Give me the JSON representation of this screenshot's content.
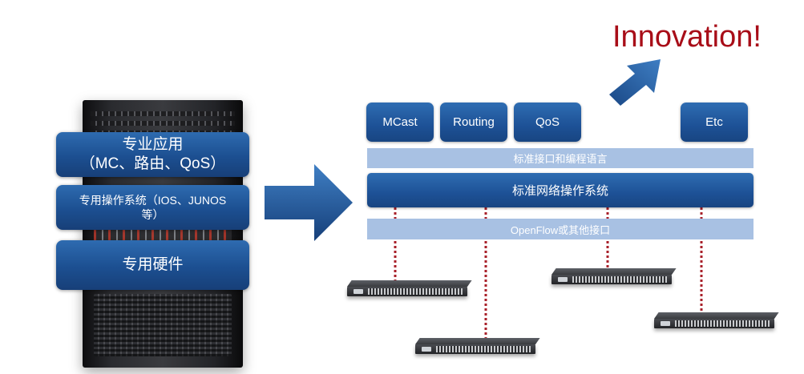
{
  "legacy": {
    "box_top_line1": "专业应用",
    "box_top_line2": "（MC、路由、QoS）",
    "box_mid_line1": "专用操作系统（IOS、JUNOS",
    "box_mid_line2": "等）",
    "box_bottom": "专用硬件"
  },
  "sdn": {
    "apps": [
      "MCast",
      "Routing",
      "QoS",
      "Etc"
    ],
    "northbound_bar": "标准接口和编程语言",
    "nos_bar": "标准网络操作系统",
    "southbound_bar": "OpenFlow或其他接口"
  },
  "innovation_text": "Innovation!",
  "colors": {
    "box_blue": "#1c4f91",
    "light_bar": "#a8c1e3",
    "innovation_red": "#a80d18",
    "dotted_red": "#a8202a"
  }
}
